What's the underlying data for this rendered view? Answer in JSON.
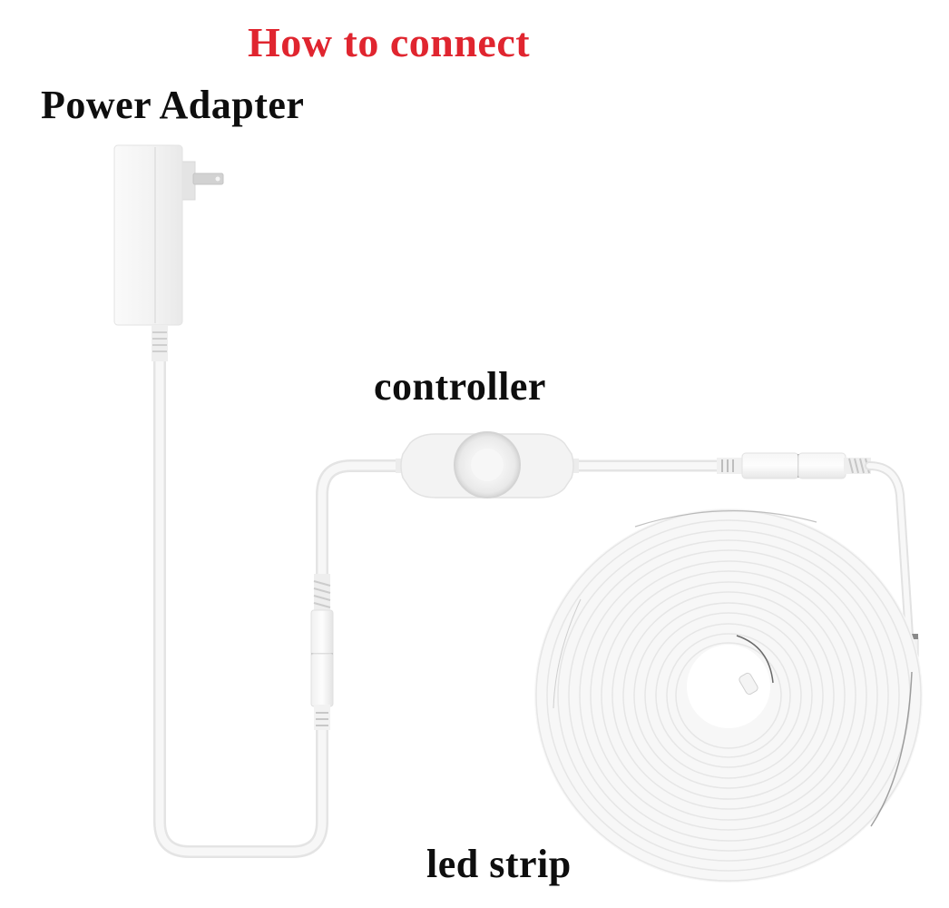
{
  "title": "How to connect",
  "labels": {
    "power_adapter": "Power Adapter",
    "controller": "controller",
    "led_strip": "led strip"
  },
  "components": [
    {
      "id": "power-adapter",
      "label": "Power Adapter"
    },
    {
      "id": "controller",
      "label": "controller"
    },
    {
      "id": "led-strip",
      "label": "led strip"
    }
  ],
  "connections": [
    {
      "from": "power-adapter",
      "to": "controller",
      "via": "dc-connector"
    },
    {
      "from": "controller",
      "to": "led-strip",
      "via": "dc-connector"
    }
  ],
  "colors": {
    "title": "#e0252f",
    "text": "#0e0e0e",
    "device_fill": "#f4f4f4",
    "device_stroke": "#e2e2e2",
    "cable": "#ededed"
  }
}
